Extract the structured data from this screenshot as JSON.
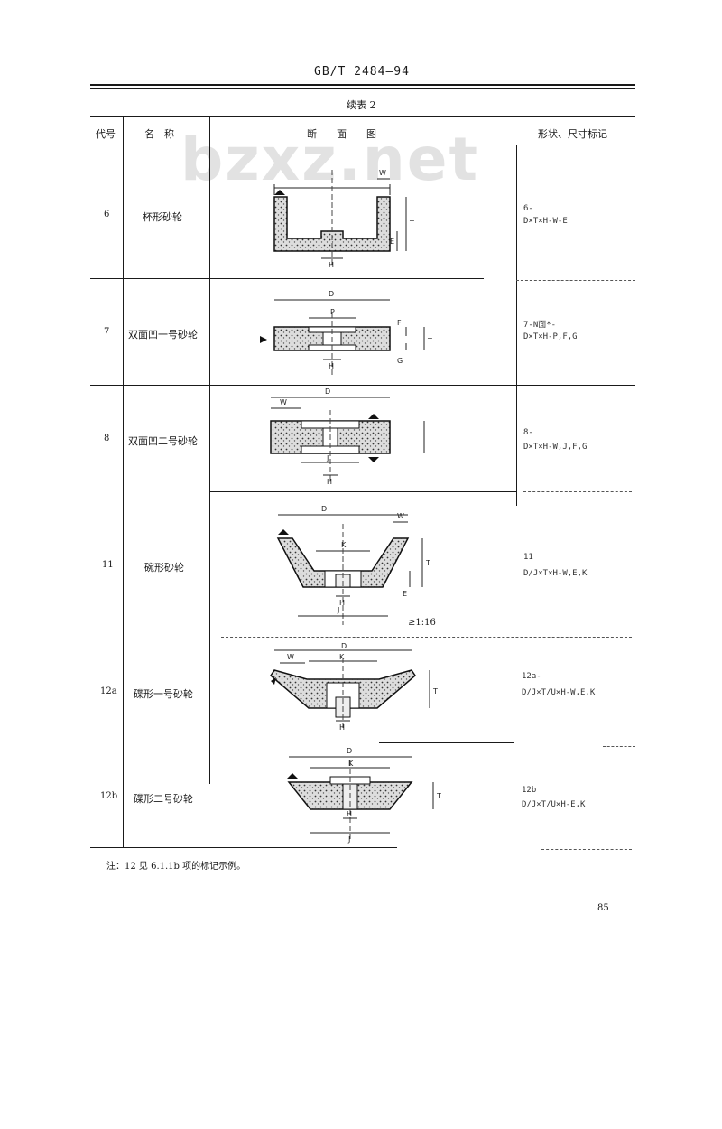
{
  "header": {
    "standard_number": "GB/T 2484—94",
    "table_title": "续表 2"
  },
  "watermark": "bzxz.net",
  "columns": {
    "code": "代号",
    "name": "名　称",
    "section": "断　　面　　图",
    "marking": "形状、尺寸标记"
  },
  "rows": [
    {
      "code": "6",
      "name": "杯形砂轮",
      "marking": [
        "6-",
        "D×T×H-W-E"
      ],
      "scale": ""
    },
    {
      "code": "7",
      "name": "双面凹一号砂轮",
      "marking": [
        "7-N面*-",
        "D×T×H-P,F,G"
      ],
      "scale": ""
    },
    {
      "code": "8",
      "name": "双面凹二号砂轮",
      "marking": [
        "8-",
        "D×T×H-W,J,F,G"
      ],
      "scale": ""
    },
    {
      "code": "11",
      "name": "碗形砂轮",
      "marking": [
        "11",
        "D/J×T×H-W,E,K"
      ],
      "scale": "≥1:16"
    },
    {
      "code": "12a",
      "name": "碟形一号砂轮",
      "marking": [
        "12a-",
        "D/J×T/U×H-W,E,K"
      ],
      "scale": ""
    },
    {
      "code": "12b",
      "name": "碟形二号砂轮",
      "marking": [
        "12b",
        "D/J×T/U×H-E,K"
      ],
      "scale": ""
    }
  ],
  "footnote": "注：12 见 6.1.1b 项的标记示例。",
  "page_number": "85"
}
